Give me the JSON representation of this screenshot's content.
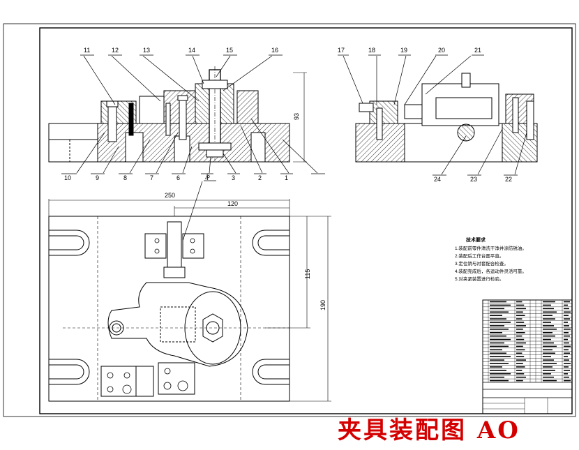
{
  "title": "夹具装配图 AO",
  "section_view_labels_left": {
    "top": [
      "11",
      "12",
      "13",
      "14",
      "15",
      "16"
    ],
    "bottom": [
      "10",
      "9",
      "8",
      "7",
      "6",
      "4",
      "3",
      "2",
      "1"
    ]
  },
  "section_view_labels_right": {
    "top": [
      "17",
      "18",
      "19",
      "20",
      "21"
    ],
    "bottom": [
      "24",
      "23",
      "22"
    ]
  },
  "plan_view_label": "6",
  "dimensions": {
    "height_93": "93",
    "width_250": "250",
    "width_120": "120",
    "height_115": "115",
    "height_190": "190"
  },
  "notes_title": "技术要求",
  "notes": [
    "1.装配前零件清洗干净并涂防锈油。",
    "2.装配后工作台面平直。",
    "3.定位销与衬套配合检查。",
    "4.装配完成后，各运动件灵活可靠。",
    "5.对夹紧装置进行检验。"
  ],
  "colors": {
    "line": "#000000",
    "title": "#d40000",
    "paper": "#ffffff"
  }
}
